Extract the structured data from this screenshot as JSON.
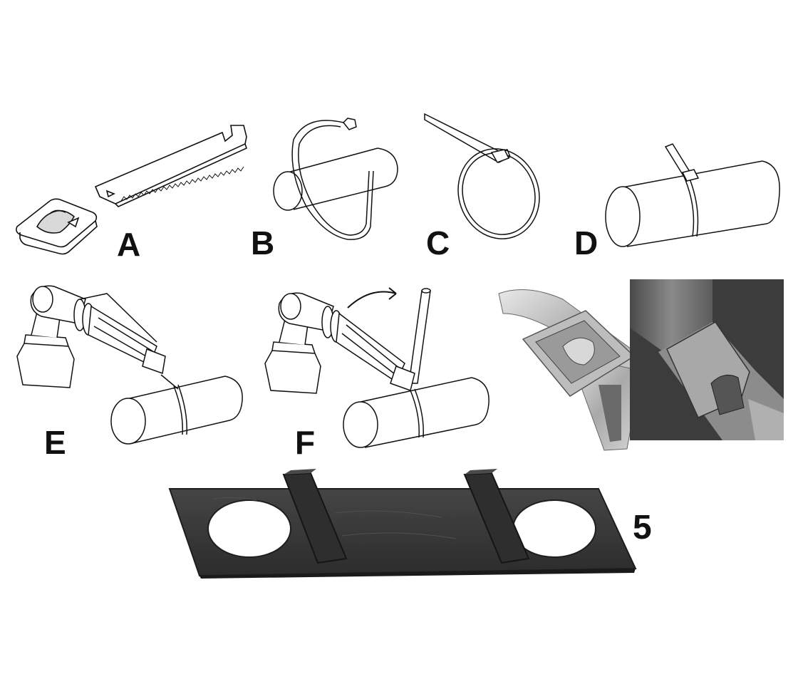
{
  "panels": [
    {
      "label": "A",
      "icon": "buckle-and-strap-icon"
    },
    {
      "label": "B",
      "icon": "strap-loop-around-pipe-icon"
    },
    {
      "label": "C",
      "icon": "strap-loop-icon"
    },
    {
      "label": "D",
      "icon": "strap-tightened-on-pipe-icon"
    },
    {
      "label": "E",
      "icon": "tensioning-tool-on-pipe-icon"
    },
    {
      "label": "F",
      "icon": "tool-lever-cutting-strap-icon"
    }
  ],
  "figure_number": "5",
  "photos": [
    {
      "icon": "buckle-photo-front-icon"
    },
    {
      "icon": "buckle-photo-side-icon"
    }
  ],
  "pad": {
    "icon": "rubber-pad-icon"
  },
  "colors": {
    "ink": "#111111",
    "metal_light": "#c9c9c9",
    "metal_dark": "#6e6e6e",
    "pad": "#3a3a3a"
  }
}
